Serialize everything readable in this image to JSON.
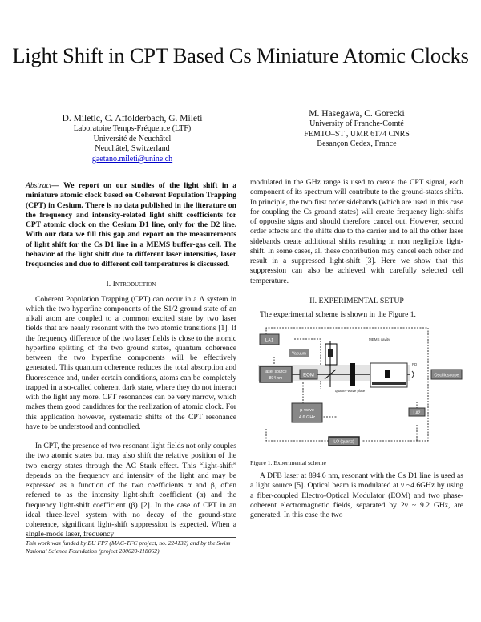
{
  "title": "Light Shift in CPT Based Cs Miniature Atomic Clocks",
  "authors_left": {
    "names": "D. Miletic, C. Affolderbach, G. Mileti",
    "lines": [
      "Laboratoire Temps-Fréquence (LTF)",
      "Université de Neuchâtel",
      "Neuchâtel, Switzerland"
    ],
    "email": "gaetano.mileti@unine.ch"
  },
  "authors_right": {
    "names": "M. Hasegawa, C. Gorecki",
    "lines": [
      "University of Franche-Comté",
      "FEMTO–ST , UMR 6174 CNRS",
      "Besançon Cedex, France"
    ]
  },
  "abstract": {
    "label": "Abstract",
    "text": "— We report on our studies of the light shift in a miniature atomic clock based on Coherent Population Trapping (CPT) in Cesium. There is no data published in the literature on the frequency and intensity-related light shift coefficients for CPT atomic clock on the Cesium D1 line, only for the D2 line. With our data we fill this gap and report on the measurements of light shift for the Cs D1 line in a MEMS buffer-gas cell. The behavior of the light shift due to different laser intensities, laser frequencies and due to different cell temperatures is discussed."
  },
  "section1": {
    "number": "I.",
    "title": "Introduction",
    "paragraphs": [
      "Coherent Population Trapping (CPT) can occur in a Λ system in which the two hyperfine components of the S1/2 ground state of an alkali atom are coupled to a common excited state by two laser fields that are nearly resonant with the two atomic transitions [1]. If the frequency difference of the two laser fields is close to the atomic hyperfine splitting of the two ground states, quantum coherence between the two hyperfine components will be effectively generated. This quantum coherence reduces the total absorption and fluorescence and, under certain conditions, atoms can be completely trapped in a so-called coherent dark state, where they do not interact with the light any more. CPT resonances can be very narrow, which makes them good candidates for the realization of atomic clock. For this application however, systematic shifts of the CPT resonance have to be understood and controlled.",
      "In CPT, the presence of two resonant light fields not only couples the two atomic states but may also shift the relative position of the two energy states through the AC Stark effect. This “light-shift” depends on the frequency and intensity of the light and may be expressed as a function of the two coefficients α and β, often referred to as the intensity light-shift coefficient (α) and the frequency light-shift coefficient (β) [2]. In the case of CPT in an ideal three-level system with no decay of the ground-state coherence, significant light-shift suppression is expected. When a single-mode laser, frequency",
      "modulated in the GHz range is used to create the CPT signal, each component of its spectrum will contribute to the ground-states shifts. In principle, the two first order sidebands (which are used in this case for coupling the Cs ground states) will create frequency light-shifts of opposite signs and should therefore cancel out. However, second order effects and the shifts due to the carrier and to all the other laser sidebands create additional shifts resulting in non negligible light-shift. In some cases, all these contribution may cancel each other and result in a suppressed light-shift [3]. Here we show that this suppression can also be achieved with carefully selected cell temperature."
    ]
  },
  "section2": {
    "title": "II. EXPERIMENTAL SETUP",
    "intro": "The experimental scheme is shown in the Figure 1.",
    "paragraph": "A DFB laser at 894.6 nm, resonant with the Cs D1 line is used as a light source [5]. Optical beam is modulated at ν ~4.6GHz by using a fiber-coupled Electro-Optical Modulator (EOM) and two phase-coherent electromagnetic fields, separated by 2ν ~ 9.2 GHz, are generated. In this case the two"
  },
  "figure": {
    "caption": "Figure 1. Experimental scheme",
    "labels": {
      "la1": "LA1",
      "vacuum": "Vacuum",
      "laser1": "laser source",
      "laser2": "894 nm",
      "eom": "EOM",
      "mw1": "µ-wave",
      "mw2": "4.6 GHz",
      "la2": "LA2",
      "osc": "Oscilloscope",
      "pd": "PD",
      "lo": "LO (quartz)",
      "qwp": "quarter-wave plate",
      "mems": "MEMS cavity"
    }
  },
  "footnote": "This work was funded by EU FP7 (MAC-TFC project, no. 224132) and by the Swiss National Science Foundation (project 200020-118062)."
}
